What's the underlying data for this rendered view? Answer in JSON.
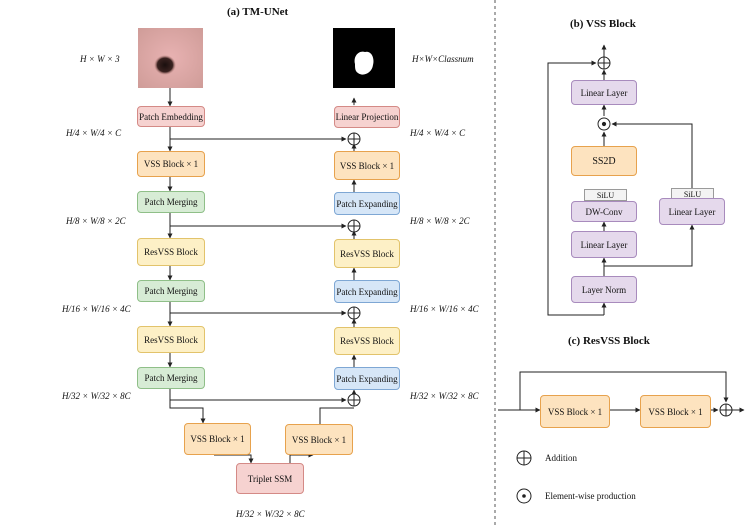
{
  "titles": {
    "a": "(a) TM-UNet",
    "b": "(b) VSS Block",
    "c": "(c) ResVSS Block"
  },
  "encoder": {
    "patch_embedding": "Patch Embedding",
    "vss1": "VSS Block × 1",
    "merge1": "Patch Merging",
    "resvss1": "ResVSS Block",
    "merge2": "Patch Merging",
    "resvss2": "ResVSS Block",
    "merge3": "Patch Merging",
    "vss_bottom_left": "VSS Block × 1"
  },
  "bottleneck": {
    "label": "Triplet SSM"
  },
  "decoder": {
    "vss_bottom_right": "VSS Block × 1",
    "expand3": "Patch Expanding",
    "resvss2": "ResVSS Block",
    "expand2": "Patch Expanding",
    "resvss1": "ResVSS Block",
    "expand1": "Patch Expanding",
    "vss1": "VSS Block × 1",
    "linear_projection": "Linear Projection"
  },
  "dims": {
    "input": "H × W × 3",
    "output": "H×W×Classnum",
    "l1_left": "H/4 × W/4 × C",
    "l1_right": "H/4 × W/4 × C",
    "l2_left": "H/8 × W/8 × 2C",
    "l2_right": "H/8 × W/8 × 2C",
    "l3_left": "H/16 × W/16 × 4C",
    "l3_right": "H/16 × W/16 × 4C",
    "l4_left": "H/32 × W/32 × 8C",
    "l4_right": "H/32 × W/32 × 8C",
    "bottom": "H/32 × W/32 × 8C"
  },
  "vss_block": {
    "linear_top": "Linear Layer",
    "ss2d": "SS2D",
    "silu_left": "SiLU",
    "dwconv": "DW-Conv",
    "linear_left": "Linear Layer",
    "silu_right": "SiLU",
    "linear_right": "Linear Layer",
    "layer_norm": "Layer Norm"
  },
  "resvss_block": {
    "vss_a": "VSS Block × 1",
    "vss_b": "VSS Block × 1"
  },
  "legend": {
    "addition": "Addition",
    "elementwise": "Element-wise production"
  },
  "icons": {
    "addition": "circle-plus-icon",
    "elementwise": "circle-dot-icon"
  },
  "colors": {
    "embedding": "#f6d2d0",
    "vss": "#fde3bf",
    "merging": "#d7ecd5",
    "resvss": "#fdf0c6",
    "expanding": "#d6e6f7",
    "vss_inner": "#e5d9ec"
  }
}
